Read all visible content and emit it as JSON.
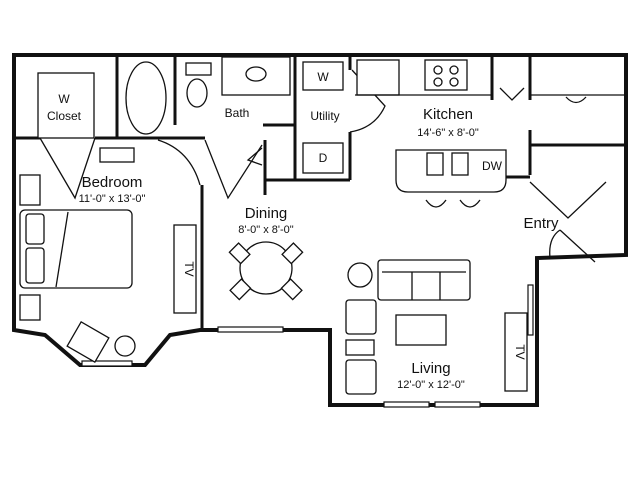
{
  "plan": {
    "closet": {
      "line1": "W",
      "line2": "Closet"
    },
    "bath": {
      "name": "Bath"
    },
    "utility": {
      "name": "Utility",
      "washer": "W",
      "dryer": "D"
    },
    "kitchen": {
      "name": "Kitchen",
      "size": "14'-6\" x 8'-0\"",
      "dishwasher": "DW"
    },
    "bedroom": {
      "name": "Bedroom",
      "size": "11'-0\" x 13'-0\"",
      "tv": "TV"
    },
    "dining": {
      "name": "Dining",
      "size": "8'-0\" x 8'-0\""
    },
    "entry": {
      "name": "Entry"
    },
    "living": {
      "name": "Living",
      "size": "12'-0\" x 12'-0\"",
      "tv": "TV"
    }
  }
}
